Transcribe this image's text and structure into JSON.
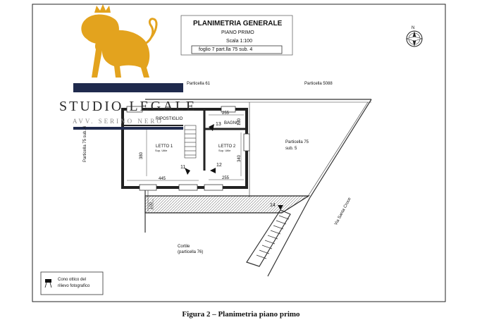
{
  "header": {
    "title": "PLANIMETRIA GENERALE",
    "subtitle": "PIANO PRIMO",
    "scale": "Scala 1:100",
    "ref": "foglio 7 part.lla 75 sub. 4"
  },
  "logo": {
    "name": "STUDIO LEGALE",
    "sub": "AVV. SERINO NERO",
    "gold": "#e3a31e",
    "navy": "#1f2a4d"
  },
  "compass": {
    "label": "N"
  },
  "labels": {
    "p61": "Particella 61",
    "p5088": "Particella 5088",
    "p75sub4": "Particella 75 sub. 4",
    "p75": "Particella 75",
    "sub5": "sub. 5",
    "strada": "Via Santa Croce",
    "cortile": "Cortile",
    "cortile2": "(particella 76)"
  },
  "rooms": {
    "ripostiglio": "RIPOSTIGLIO",
    "bagno": "BAGNO",
    "letto1": "LETTO 1",
    "letto2": "LETTO 2",
    "room_area": "Sup. Utile"
  },
  "dims": {
    "d255a": "255",
    "d255b": "255",
    "d445": "445",
    "d380": "380",
    "d340": "340",
    "d130": "130",
    "d100": "100"
  },
  "photo_points": {
    "p11": "11",
    "p12": "12",
    "p13": "13",
    "p14": "14"
  },
  "legend": {
    "line1": "Cono ottico del",
    "line2": "rilievo fotografico"
  },
  "caption": "Figura 2 – Planimetria piano primo"
}
